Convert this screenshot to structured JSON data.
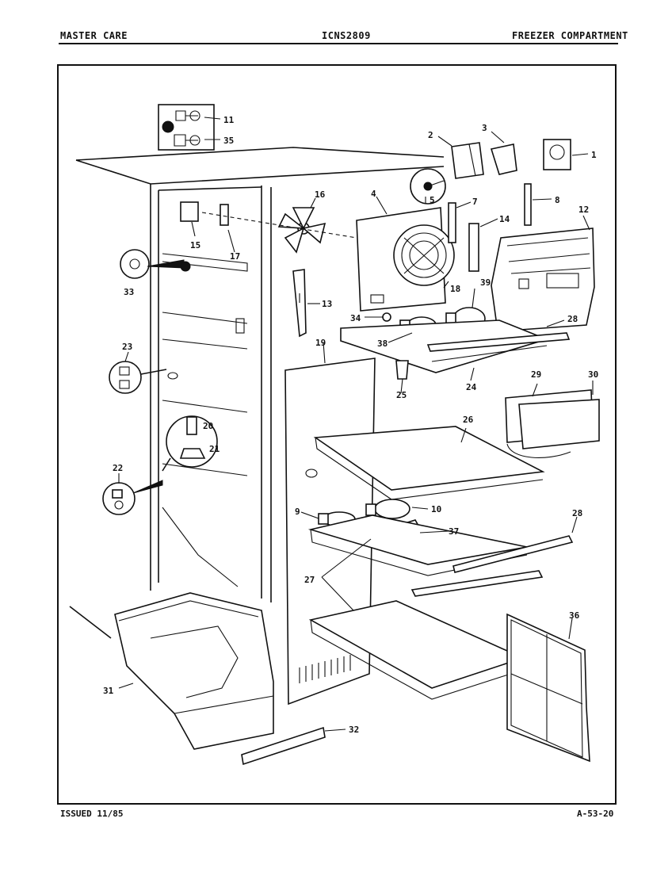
{
  "header": {
    "left": "MASTER CARE",
    "center": "ICNS2809",
    "right": "FREEZER COMPARTMENT"
  },
  "footer": {
    "left": "ISSUED 11/85",
    "right": "A-53-20"
  },
  "callouts": {
    "c1": "1",
    "c2": "2",
    "c3": "3",
    "c4": "4",
    "c5": "5",
    "c7": "7",
    "c8": "8",
    "c9": "9",
    "c10": "10",
    "c11": "11",
    "c12": "12",
    "c13": "13",
    "c14": "14",
    "c15": "15",
    "c16": "16",
    "c17": "17",
    "c18": "18",
    "c19": "19",
    "c20": "20",
    "c21": "21",
    "c22": "22",
    "c23": "23",
    "c24": "24",
    "c25": "25",
    "c26": "26",
    "c27": "27",
    "c28a": "28",
    "c28b": "28",
    "c29": "29",
    "c30": "30",
    "c31": "31",
    "c32": "32",
    "c33": "33",
    "c34": "34",
    "c35": "35",
    "c36": "36",
    "c37": "37",
    "c38": "38",
    "c39": "39"
  }
}
